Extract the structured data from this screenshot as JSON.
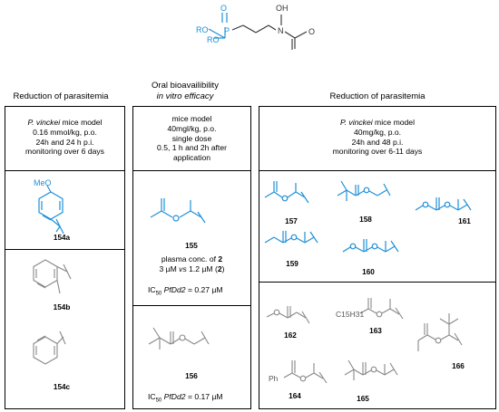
{
  "core": {
    "labels": [
      "O",
      "P",
      "RO",
      "RO",
      "N",
      "OH",
      "O"
    ]
  },
  "columns": {
    "left": {
      "header": "Reduction of parasitemia",
      "model": [
        "P. vinckei",
        " mice model",
        "0.16 mmol/kg, p.o.",
        "24h and 24 h p.i.",
        "monitoring over 6 days"
      ],
      "items": {
        "c154a": "154a",
        "c154b": "154b",
        "c154c": "154c",
        "meo": "MeO"
      }
    },
    "middle": {
      "header_line1": "Oral bioavailibility",
      "header_line2": "in vitro efficacy",
      "model": [
        "mice model",
        "40mgl/kg, p.o.",
        "single dose",
        "0.5, 1 h and 2h after",
        "application"
      ],
      "items": {
        "c155": "155",
        "c156": "156"
      },
      "plasma_line1_a": "plasma conc. of ",
      "plasma_line1_b": "2",
      "plasma_line2_a": "3 µM ",
      "plasma_line2_vs": "vs",
      "plasma_line2_b": " 1.2 µM (",
      "plasma_line2_c": "2",
      "plasma_line2_d": ")",
      "ic50_155": {
        "ic": "IC",
        "sub": "50",
        "target": "PfDd2",
        "value": " = 0.27 µM"
      },
      "ic50_156": {
        "ic": "IC",
        "sub": "50",
        "target": "PfDd2",
        "value": " = 0.17 µM"
      }
    },
    "right": {
      "header": "Reduction of parasitemia",
      "model": [
        "P. vinckei",
        " mice model",
        "40mg/kg, p.o.",
        "24h and 48 p.i.",
        "monitoring over 6-11 days"
      ],
      "items": {
        "c157": "157",
        "c158": "158",
        "c159": "159",
        "c160": "160",
        "c161": "161",
        "c162": "162",
        "c163": "163",
        "c164": "164",
        "c165": "165",
        "c166": "166",
        "c15h31": "C15H31",
        "ph": "Ph"
      }
    }
  },
  "colors": {
    "blue": "#1f8fd8",
    "black": "#333333",
    "grey": "#888888"
  }
}
